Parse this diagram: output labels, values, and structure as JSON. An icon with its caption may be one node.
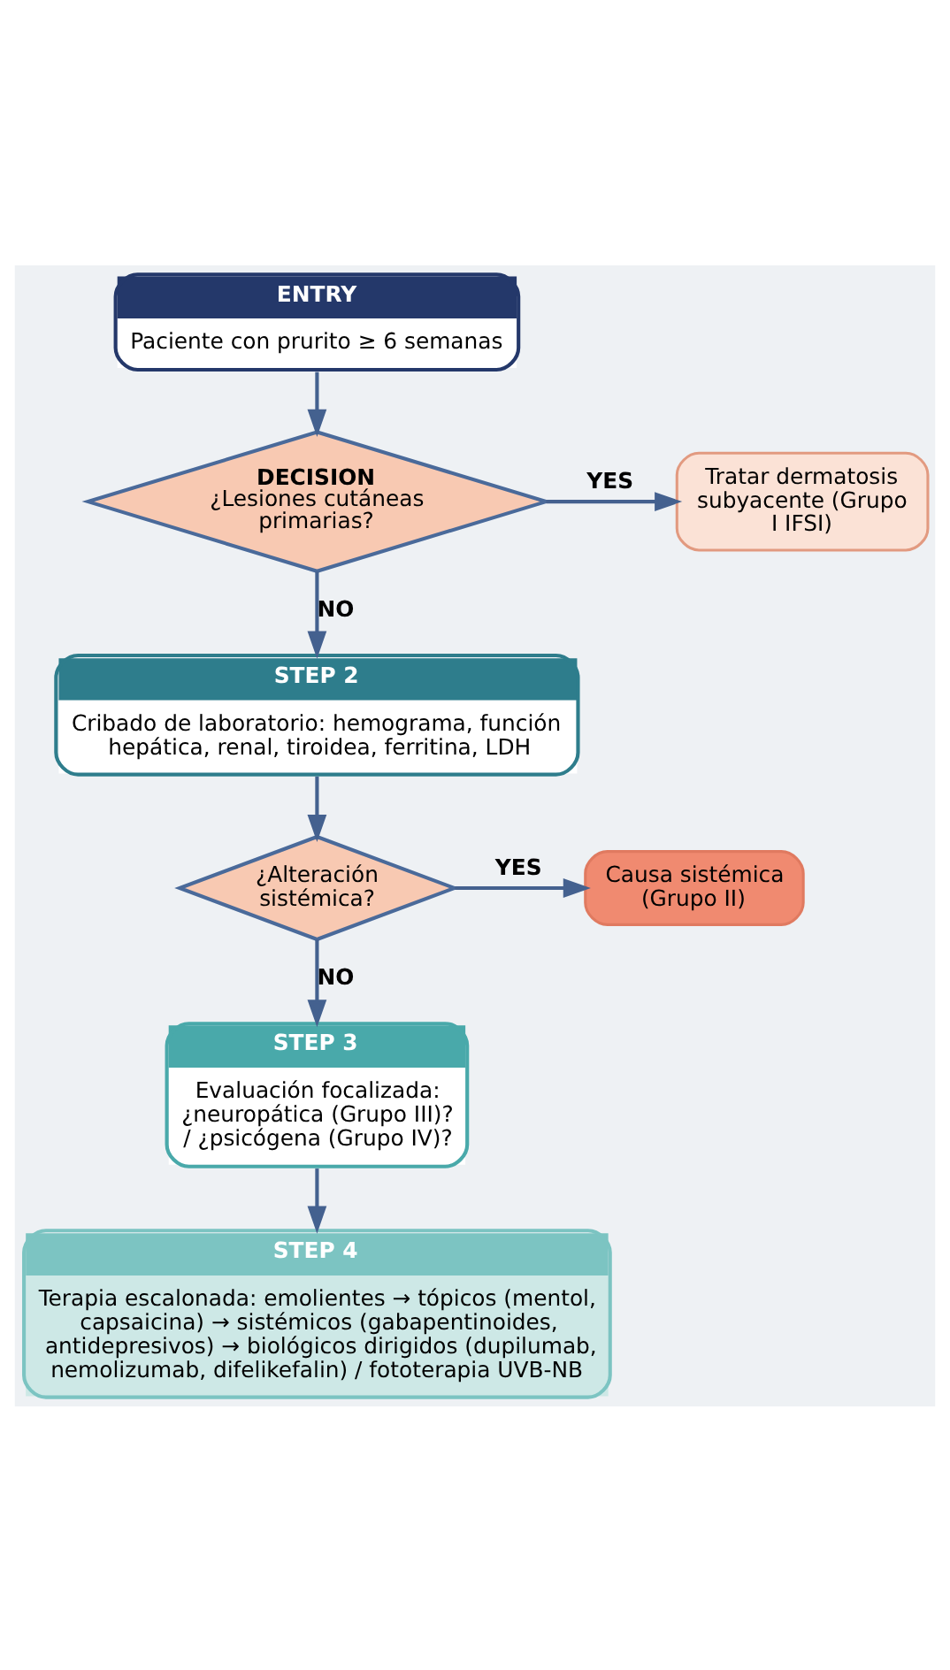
{
  "diagram": {
    "nodes": [
      {
        "text": [
          "ENTRY",
          "Paciente con prurito ≥ 6 semanas"
        ]
      },
      {
        "text": [
          "DECISION",
          "¿Lesiones cutáneas primarias?"
        ]
      },
      {
        "text": [
          "Tratar dermatosis subyacente (Grupo I IFSI)"
        ]
      },
      {
        "text": [
          "STEP 2",
          "Cribado de laboratorio: hemograma, función hepática, renal, tiroidea, ferritina, LDH"
        ]
      },
      {
        "text": [
          "¿Alteración sistémica?"
        ]
      },
      {
        "text": [
          "Causa sistémica (Grupo II)"
        ]
      },
      {
        "text": [
          "STEP 3",
          "Evaluación focalizada: ¿neuropática (Grupo III)? / ¿psicógena (Grupo IV)?"
        ]
      },
      {
        "text": [
          "STEP 4",
          "Terapia escalonada: emolientes → tópicos (mentol, capsaicina) → sistémicos (gabapentinoides, antidepresivos) → biológicos dirigidos (dupilumab, nemolizumab, difelikefalin) / fototerapia UVB-NB"
        ]
      }
    ],
    "edges": [
      {
        "from": 0,
        "to": 1,
        "arrow": "to"
      },
      {
        "from": 1,
        "to": 2,
        "arrow": "to",
        "label": "YES"
      },
      {
        "from": 1,
        "to": 3,
        "arrow": "to",
        "label": "NO"
      },
      {
        "from": 3,
        "to": 4,
        "arrow": "to"
      },
      {
        "from": 4,
        "to": 5,
        "arrow": "to",
        "label": "YES"
      },
      {
        "from": 4,
        "to": 6,
        "arrow": "to",
        "label": "NO"
      },
      {
        "from": 6,
        "to": 7,
        "arrow": "to"
      }
    ]
  }
}
